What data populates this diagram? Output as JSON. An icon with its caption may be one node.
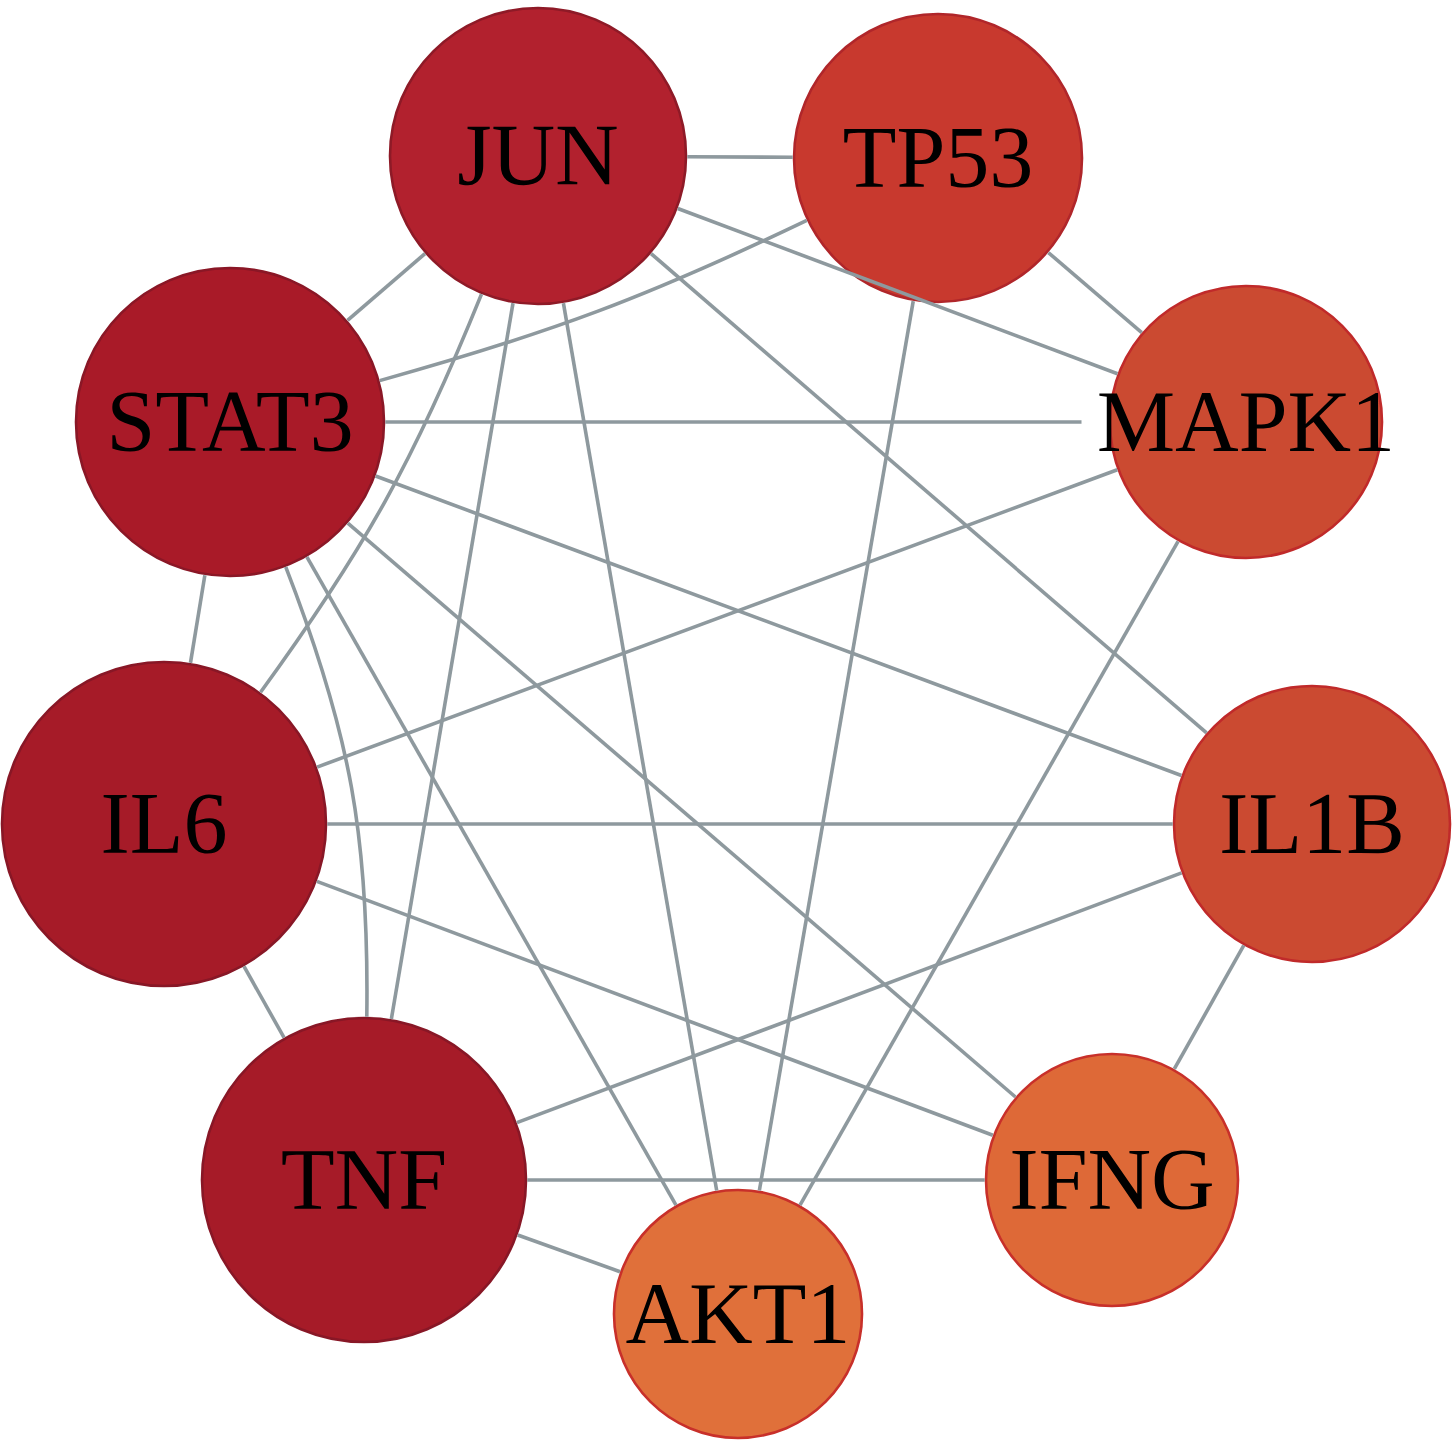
{
  "diagram": {
    "nodes": [
      {
        "text": [
          "JUN"
        ]
      },
      {
        "text": [
          "TP53"
        ]
      },
      {
        "text": [
          "STAT3"
        ]
      },
      {
        "text": [
          "MAPK1"
        ]
      },
      {
        "text": [
          "IL6"
        ]
      },
      {
        "text": [
          "IL1B"
        ]
      },
      {
        "text": [
          "TNF"
        ]
      },
      {
        "text": [
          "IFNG"
        ]
      },
      {
        "text": [
          "AKT1"
        ]
      }
    ],
    "edges": [
      {
        "from": 0,
        "to": 1,
        "arrow": "none"
      },
      {
        "from": 0,
        "to": 2,
        "arrow": "none"
      },
      {
        "from": 0,
        "to": 3,
        "arrow": "none"
      },
      {
        "from": 0,
        "to": 5,
        "arrow": "none"
      },
      {
        "from": 0,
        "to": 4,
        "arrow": "none"
      },
      {
        "from": 0,
        "to": 6,
        "arrow": "none"
      },
      {
        "from": 0,
        "to": 8,
        "arrow": "none"
      },
      {
        "from": 1,
        "to": 2,
        "arrow": "none"
      },
      {
        "from": 1,
        "to": 3,
        "arrow": "none"
      },
      {
        "from": 1,
        "to": 8,
        "arrow": "none"
      },
      {
        "from": 2,
        "to": 3,
        "arrow": "none"
      },
      {
        "from": 2,
        "to": 5,
        "arrow": "none"
      },
      {
        "from": 2,
        "to": 7,
        "arrow": "none"
      },
      {
        "from": 2,
        "to": 8,
        "arrow": "none"
      },
      {
        "from": 2,
        "to": 6,
        "arrow": "none"
      },
      {
        "from": 2,
        "to": 4,
        "arrow": "none"
      },
      {
        "from": 3,
        "to": 4,
        "arrow": "none"
      },
      {
        "from": 3,
        "to": 8,
        "arrow": "none"
      },
      {
        "from": 4,
        "to": 5,
        "arrow": "none"
      },
      {
        "from": 4,
        "to": 7,
        "arrow": "none"
      },
      {
        "from": 4,
        "to": 6,
        "arrow": "none"
      },
      {
        "from": 6,
        "to": 5,
        "arrow": "none"
      },
      {
        "from": 6,
        "to": 7,
        "arrow": "none"
      },
      {
        "from": 6,
        "to": 8,
        "arrow": "none"
      },
      {
        "from": 5,
        "to": 7,
        "arrow": "none"
      }
    ]
  }
}
